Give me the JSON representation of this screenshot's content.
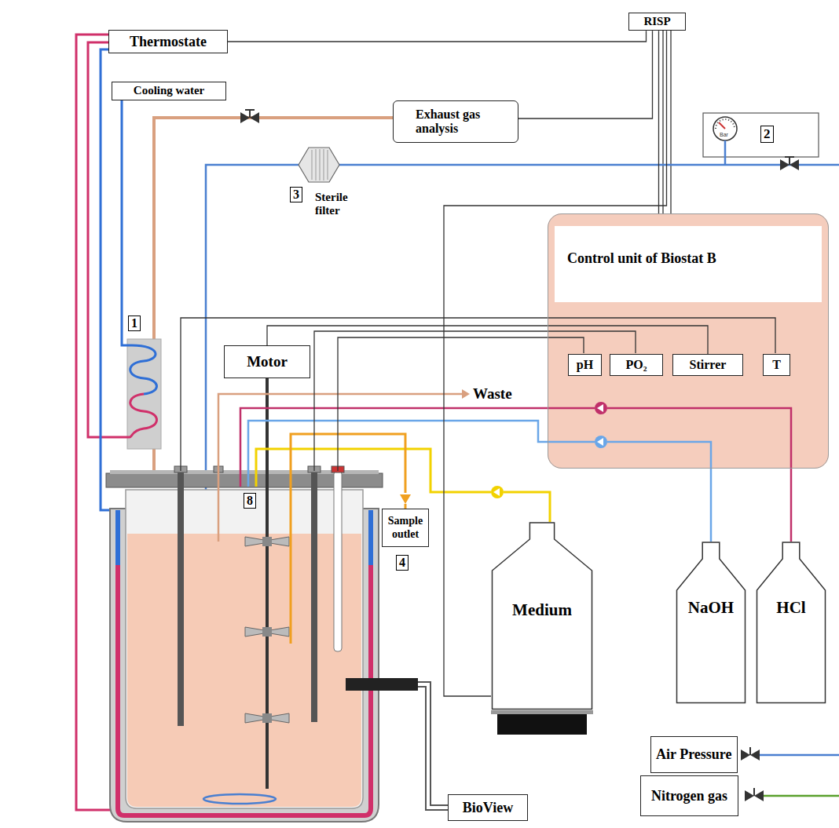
{
  "diagram": {
    "nodes": [
      {
        "text": [
          "Thermostate"
        ]
      },
      {
        "text": [
          "RISP"
        ]
      },
      {
        "text": [
          "Cooling water"
        ]
      },
      {
        "text": [
          "Exhaust gas analysis"
        ]
      },
      {
        "text": [
          "Control unit of Biostat B"
        ]
      },
      {
        "text": [
          "pH"
        ],
        "in": 4
      },
      {
        "text": [
          "PO₂"
        ],
        "in": 4
      },
      {
        "text": [
          "Stirrer"
        ],
        "in": 4
      },
      {
        "text": [
          "T"
        ],
        "in": 4
      },
      {
        "text": [
          "Motor"
        ]
      },
      {
        "text": [
          "Sample outlet"
        ]
      },
      {
        "text": [
          "Medium"
        ]
      },
      {
        "text": [
          "NaOH"
        ]
      },
      {
        "text": [
          "HCl"
        ]
      },
      {
        "text": [
          "Air Pressure"
        ]
      },
      {
        "text": [
          "BioView"
        ]
      },
      {
        "text": [
          "Nitrogen gas"
        ]
      }
    ],
    "edges": [
      {
        "from": 0,
        "to": 1,
        "arrow": "none"
      },
      {
        "from": 3,
        "to": 1,
        "arrow": "none"
      },
      {
        "from": 4,
        "to": 1,
        "arrow": "none"
      },
      {
        "from": 11,
        "to": 1,
        "arrow": "none"
      },
      {
        "from": 7,
        "to": 9,
        "arrow": "none"
      },
      {
        "from": 12,
        "to": 4,
        "arrow": "none"
      },
      {
        "from": 13,
        "to": 4,
        "arrow": "none"
      }
    ],
    "labels": [
      "Bar",
      "2",
      "3",
      "Sterile filter",
      "1",
      "Waste",
      "8",
      "4"
    ]
  }
}
